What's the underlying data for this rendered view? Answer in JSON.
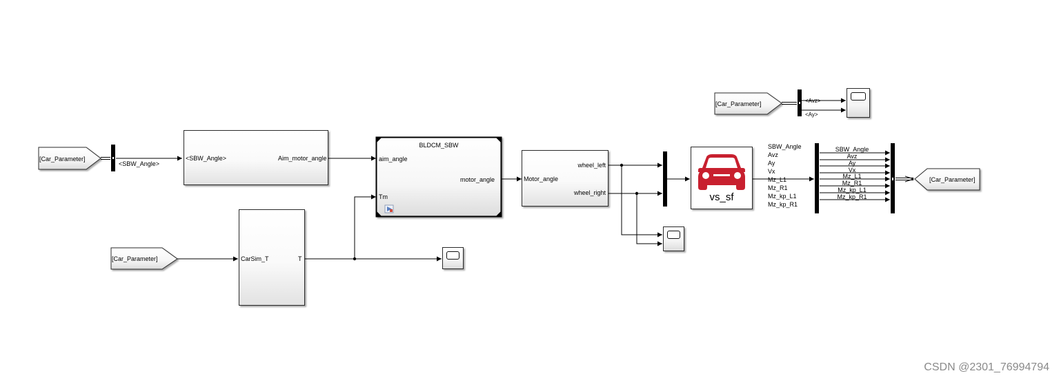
{
  "goto_tags": {
    "from1": "[Car_Parameter]",
    "from2": "[Car_Parameter]",
    "from3": "[Car_Parameter]",
    "goto_out": "[Car_Parameter]"
  },
  "bus_selector_1": {
    "signal": "<SBW_Angle>"
  },
  "bus_selector_2": {
    "signals": [
      "<Avz>",
      "<Ay>"
    ]
  },
  "subsystem_aim": {
    "in_port": "<SBW_Angle>",
    "out_port": "Aim_motor_angle"
  },
  "bldcm": {
    "title": "BLDCM_SBW",
    "in_ports": [
      "aim_angle",
      "Tm"
    ],
    "out_port": "motor_angle"
  },
  "carsim_t": {
    "in_port": "CarSim_T",
    "out_port": "T"
  },
  "motor_block": {
    "in_port": "Motor_angle",
    "out_ports": [
      "wheel_left",
      "wheel_right"
    ]
  },
  "vs_sf": {
    "label": "vs_sf",
    "outputs": [
      "SBW_Angle",
      "Avz",
      "Ay",
      "Vx",
      "Mz_L1",
      "Mz_R1",
      "Mz_kp_L1",
      "Mz_kp_R1"
    ],
    "icon_color": "#c8202f"
  },
  "bus_creator": {
    "signals": [
      "SBW_Angle",
      "Avz",
      "Ay",
      "Vx",
      "Mz_L1",
      "Mz_R1",
      "Mz_kp_L1",
      "Mz_kp_R1"
    ]
  },
  "watermark": "CSDN @2301_76994794"
}
